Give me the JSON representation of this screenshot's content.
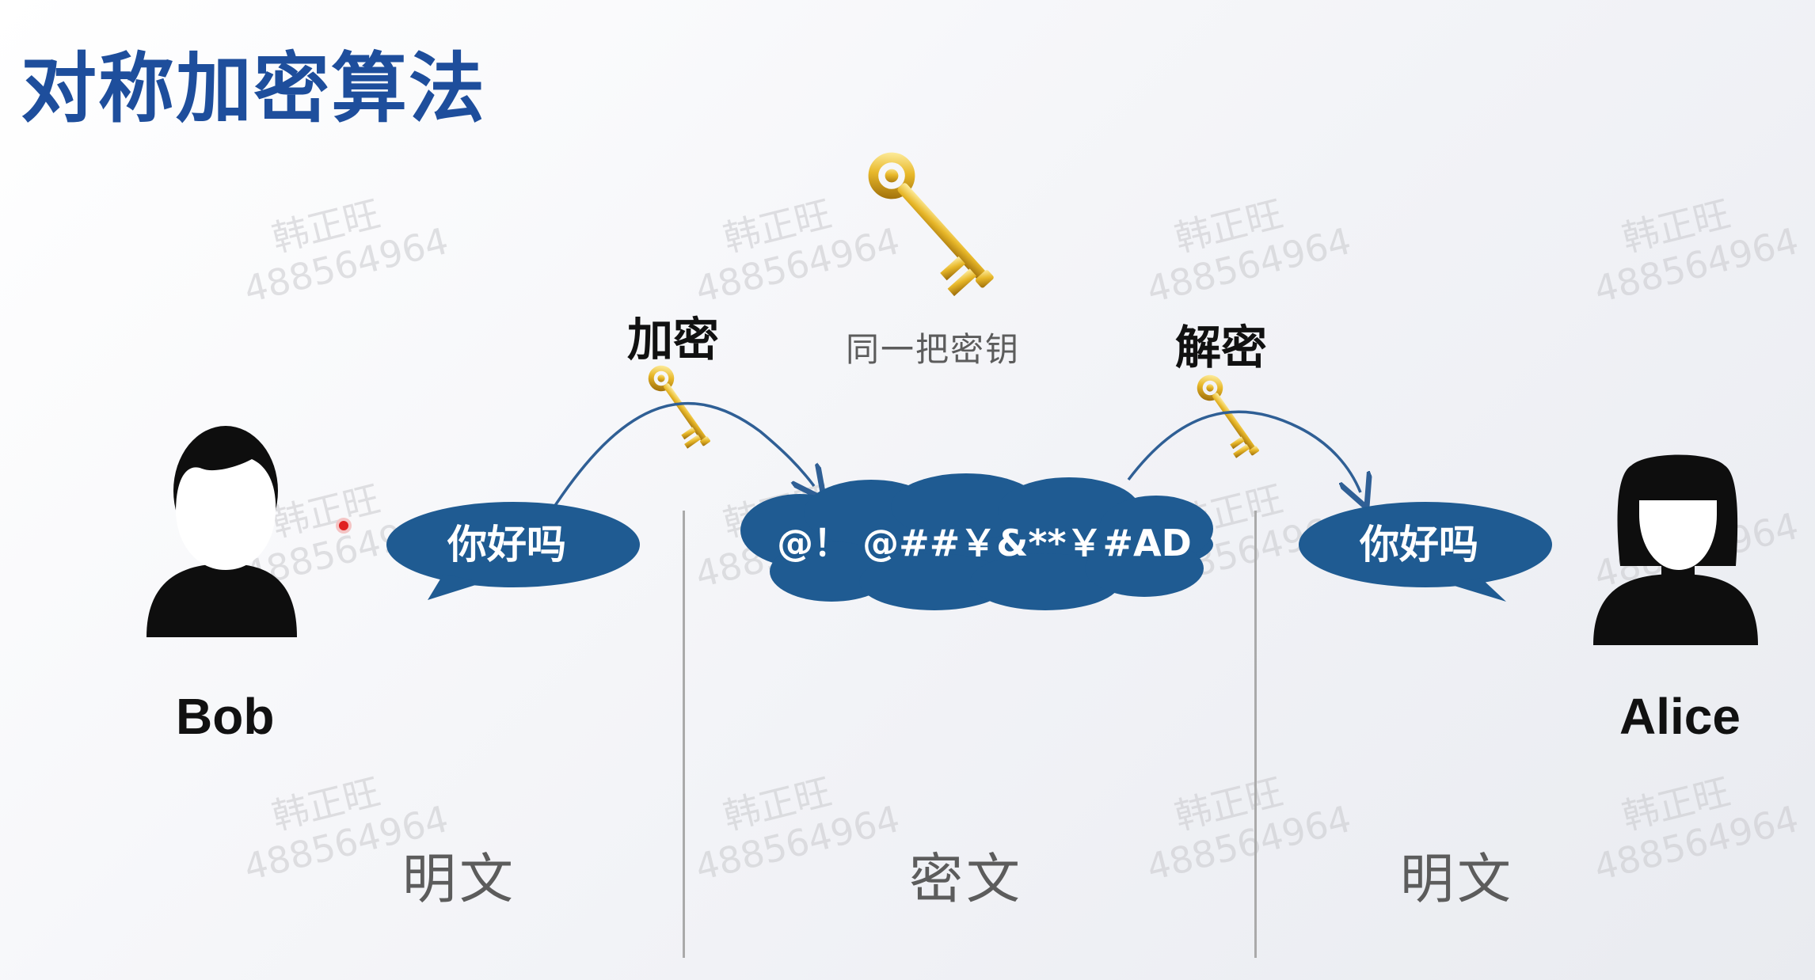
{
  "title": "对称加密算法",
  "shared_key_caption": "同一把密钥",
  "encrypt_label": "加密",
  "decrypt_label": "解密",
  "sender": {
    "name": "Bob",
    "message": "你好吗"
  },
  "receiver": {
    "name": "Alice",
    "message": "你好吗"
  },
  "ciphertext": "@！ @##￥&**￥#AD",
  "zones": {
    "left": "明文",
    "middle": "密文",
    "right": "明文"
  },
  "watermark": {
    "line1": "韩正旺",
    "line2": "488564964"
  },
  "colors": {
    "title": "#1e4e9c",
    "bubble": "#1f5b92",
    "key_gold": "#d8a21c"
  }
}
